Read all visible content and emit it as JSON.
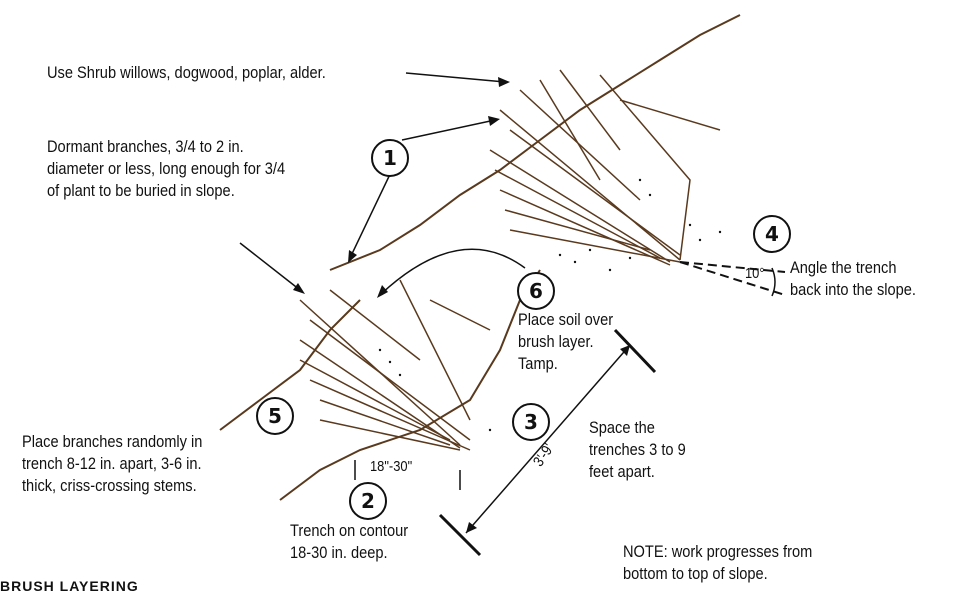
{
  "labels": {
    "shrub_species": "Use Shrub willows, dogwood, poplar, alder.",
    "dormant_branches": [
      "Dormant branches, 3/4 to 2 in.",
      "diameter or less, long enough for 3/4",
      "of plant to be buried in slope."
    ],
    "angle_trench": [
      "Angle the trench",
      "back into the slope."
    ],
    "place_soil": [
      "Place soil over",
      "brush layer.",
      "Tamp."
    ],
    "place_branches": [
      "Place branches randomly in",
      "trench 8-12 in. apart, 3-6 in.",
      "thick, criss-crossing stems."
    ],
    "space_trenches": [
      "Space the",
      "trenches 3 to 9",
      "feet apart."
    ],
    "trench_contour": [
      "Trench on contour",
      "18-30 in. deep."
    ],
    "note": [
      "NOTE: work progresses from",
      "bottom to top of slope."
    ]
  },
  "callouts": {
    "one": "1",
    "two": "2",
    "three": "3",
    "four": "4",
    "five": "5",
    "six": "6"
  },
  "dimensions": {
    "depth_range": "18\"-30\"",
    "spacing": "3'-9'",
    "angle": "10°"
  },
  "title": "BRUSH LAYERING",
  "colors": {
    "ink": "#111111",
    "brush": "#5a3a1e"
  }
}
